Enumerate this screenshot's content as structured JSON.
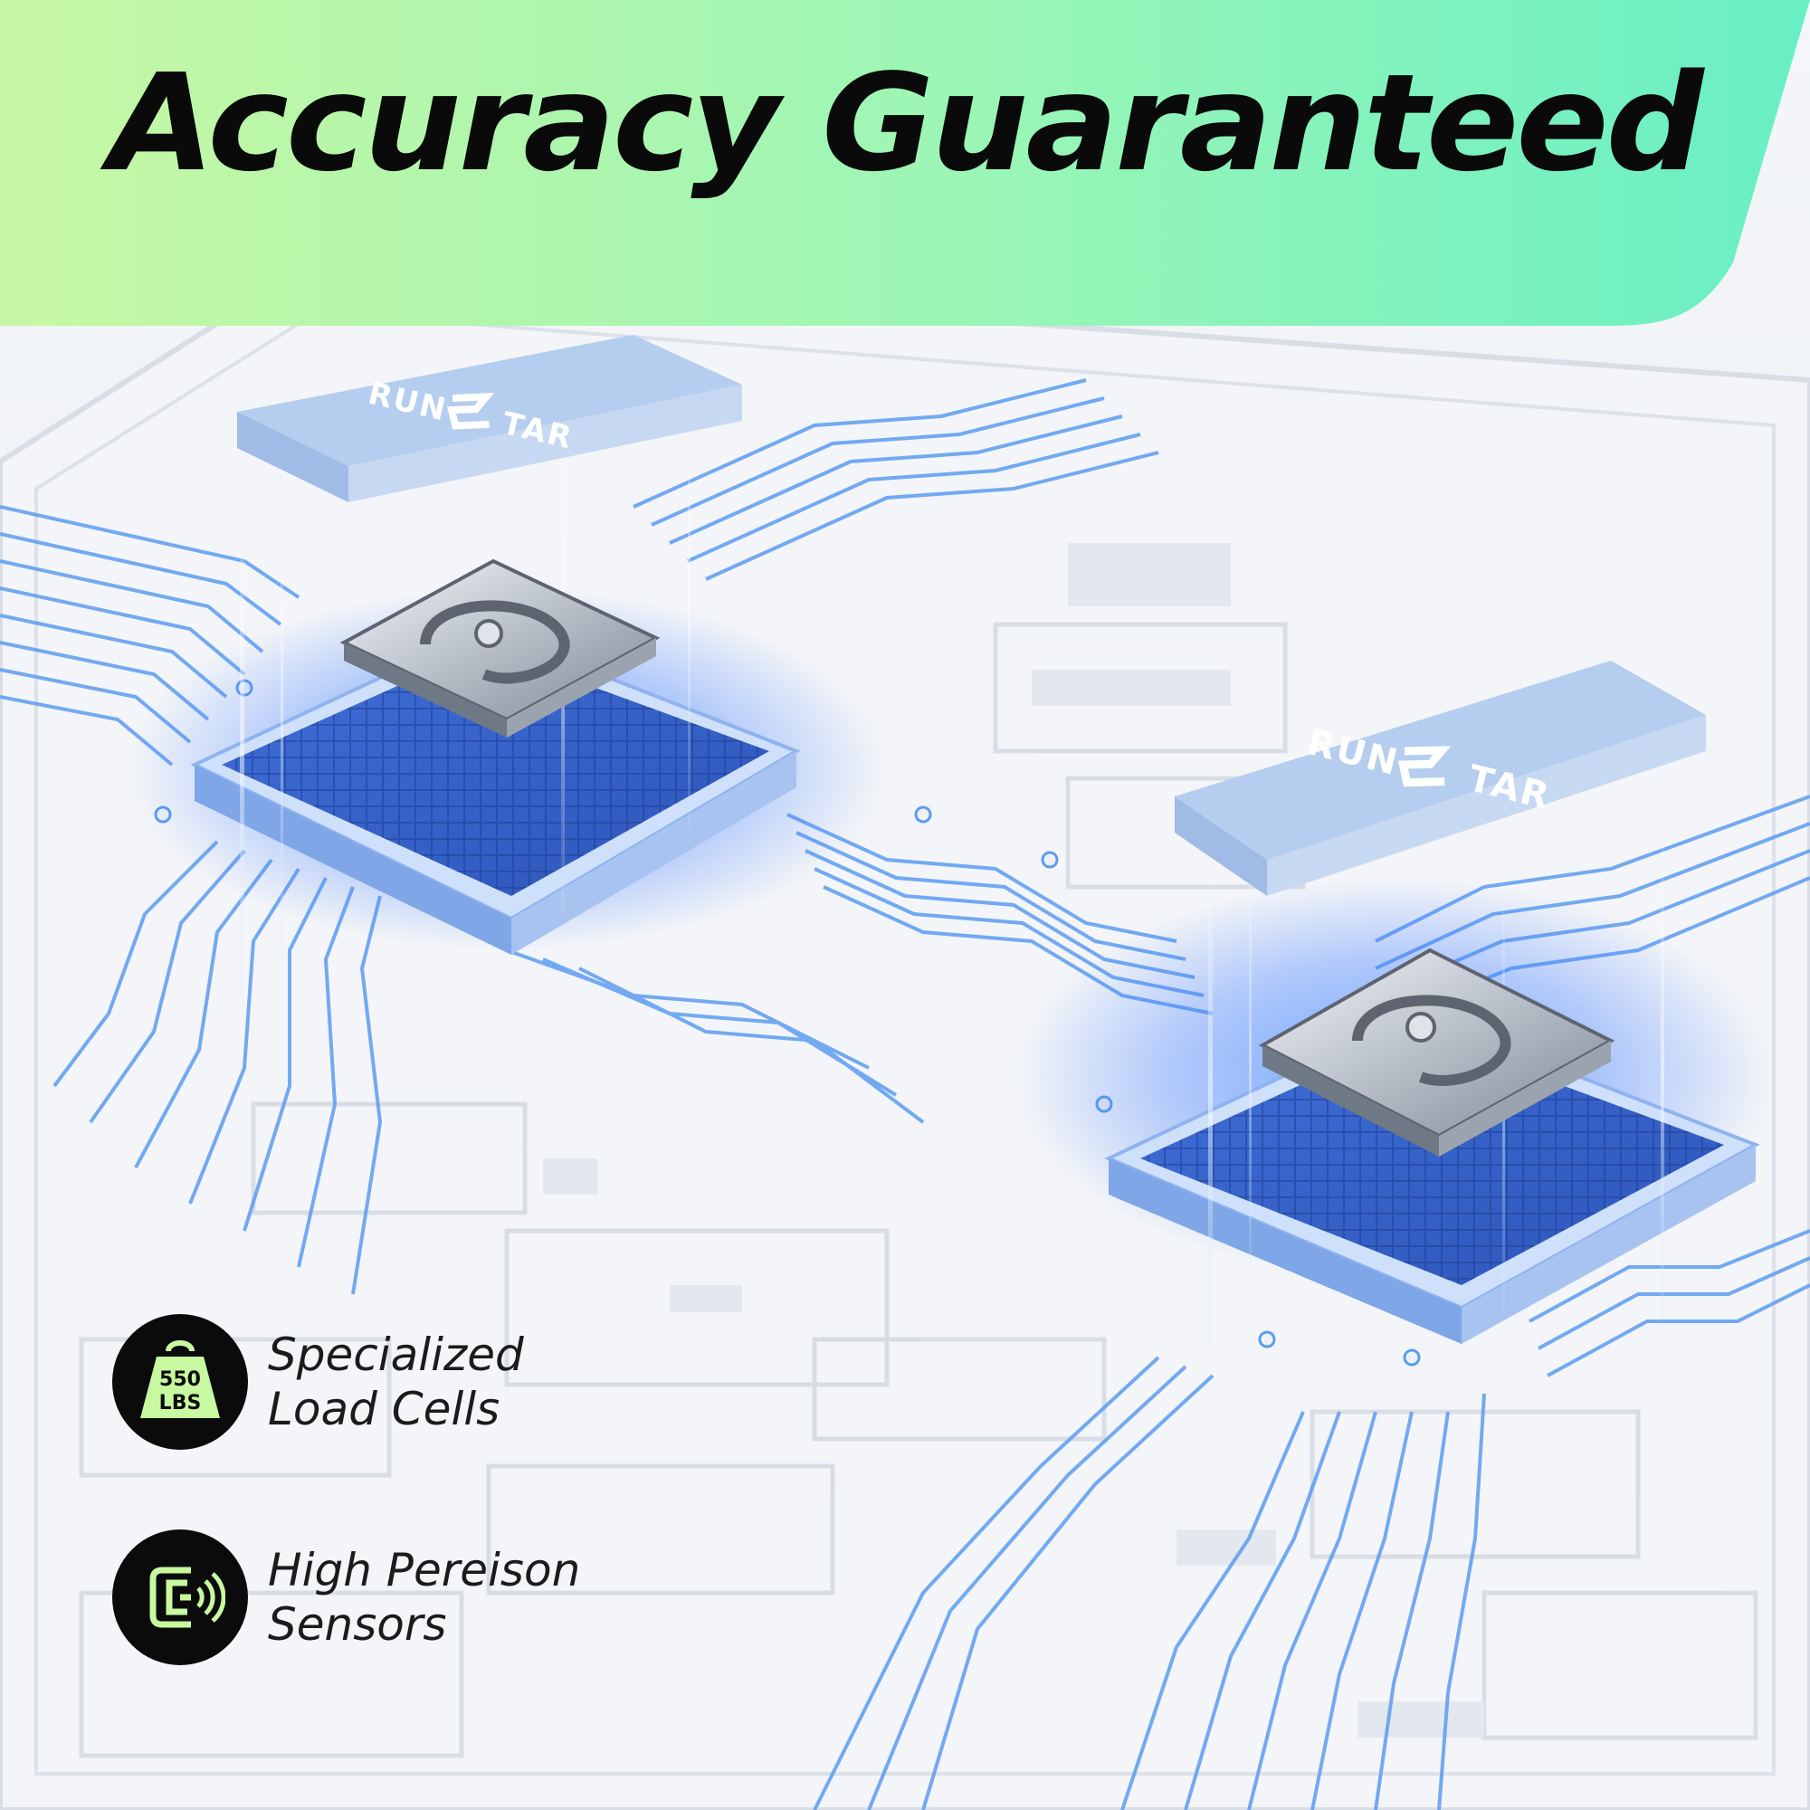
{
  "headline": "Accuracy Guaranteed",
  "colors": {
    "banner_gradient_left": "#c6f7a3",
    "banner_gradient_right": "#6ef0c0",
    "board": "#f1f3f6",
    "trace": "#5a9ff0",
    "glow": "#3d7bff",
    "chip_top": "#a9c4ea",
    "badge_bg": "#0b0b0b",
    "badge_fg": "#c8f8a0"
  },
  "chips": [
    {
      "brand_left": "RUN",
      "brand_right": "TAR"
    },
    {
      "brand_left": "RUN",
      "brand_right": "TAR"
    }
  ],
  "features": [
    {
      "icon": "weight-bag-icon",
      "badge_top": "550",
      "badge_bottom": "LBS",
      "line1": "Specialized",
      "line2": "Load Cells"
    },
    {
      "icon": "sensor-signal-icon",
      "line1": "High Pereison",
      "line2": "Sensors"
    }
  ]
}
